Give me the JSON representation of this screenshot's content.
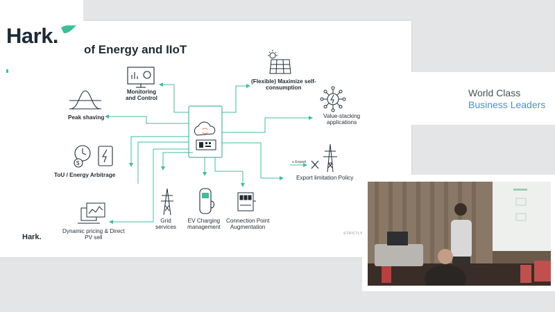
{
  "brand": {
    "logo": "Hark.",
    "small_logo": "Hark."
  },
  "slide": {
    "title": "of Energy and IIoT",
    "footer": "STRICTLY I"
  },
  "nodes": {
    "monitoring": {
      "line1": "Monitoring",
      "line2": "and Control"
    },
    "flexible": {
      "line1": "(Flexible) Maximize self-",
      "line2": "consumption"
    },
    "peak": {
      "line1": "Peak shaving"
    },
    "value": {
      "line1": "Value-stacking",
      "line2": "applications"
    },
    "tou": {
      "line1": "ToU / Energy Arbitrage"
    },
    "export_limit": {
      "line1": "Export limitation Policy"
    },
    "export_arrow": "x Export",
    "grid": {
      "line1": "Grid",
      "line2": "services"
    },
    "ev": {
      "line1": "EV Charging",
      "line2": "management"
    },
    "connection": {
      "line1": "Connection Point",
      "line2": "Augmentation"
    },
    "dynamic": {
      "line1": "Dynamic pricing & Direct",
      "line2": "PV sell"
    }
  },
  "sponsor": {
    "line1": "World Class",
    "line2": "Business Leaders"
  },
  "colors": {
    "accent": "#3dbf9a",
    "dark": "#1d2b36",
    "blue": "#4a8fd8"
  }
}
